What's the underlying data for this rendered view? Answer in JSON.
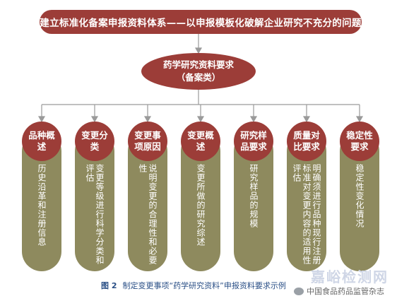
{
  "banner": "建立标准化备案申报资料体系——以申报模板化破解企业研究不充分的问题",
  "center": {
    "line1": "药学研究资料要求",
    "line2": "（备案类）"
  },
  "columns": [
    {
      "title": "品种概述",
      "desc": "历史沿革和注册信息"
    },
    {
      "title": "变更分类",
      "desc": "变更等级进行科学分类和评估"
    },
    {
      "title": "变更事项原因",
      "desc": "说明变更的合理性和必要性"
    },
    {
      "title": "变更概述",
      "desc": "变更所做的研究综述"
    },
    {
      "title": "研究样品要求",
      "desc": "研究样品的规模"
    },
    {
      "title": "质量对比要求",
      "desc": "明确须进行品种现行注册标准对变更内容的适用性评估"
    },
    {
      "title": "稳定性要求",
      "desc": "稳定性变化情况"
    }
  ],
  "caption": {
    "number": "图 2",
    "text": "制定变更事项“药学研究资料”申报资料要求示例"
  },
  "watermark": "嘉峪检测网",
  "source": "中国食品药品监管杂志",
  "colors": {
    "red": "#9c3d38",
    "olive": "#8e8a5e",
    "connector": "#9a9a9a"
  }
}
